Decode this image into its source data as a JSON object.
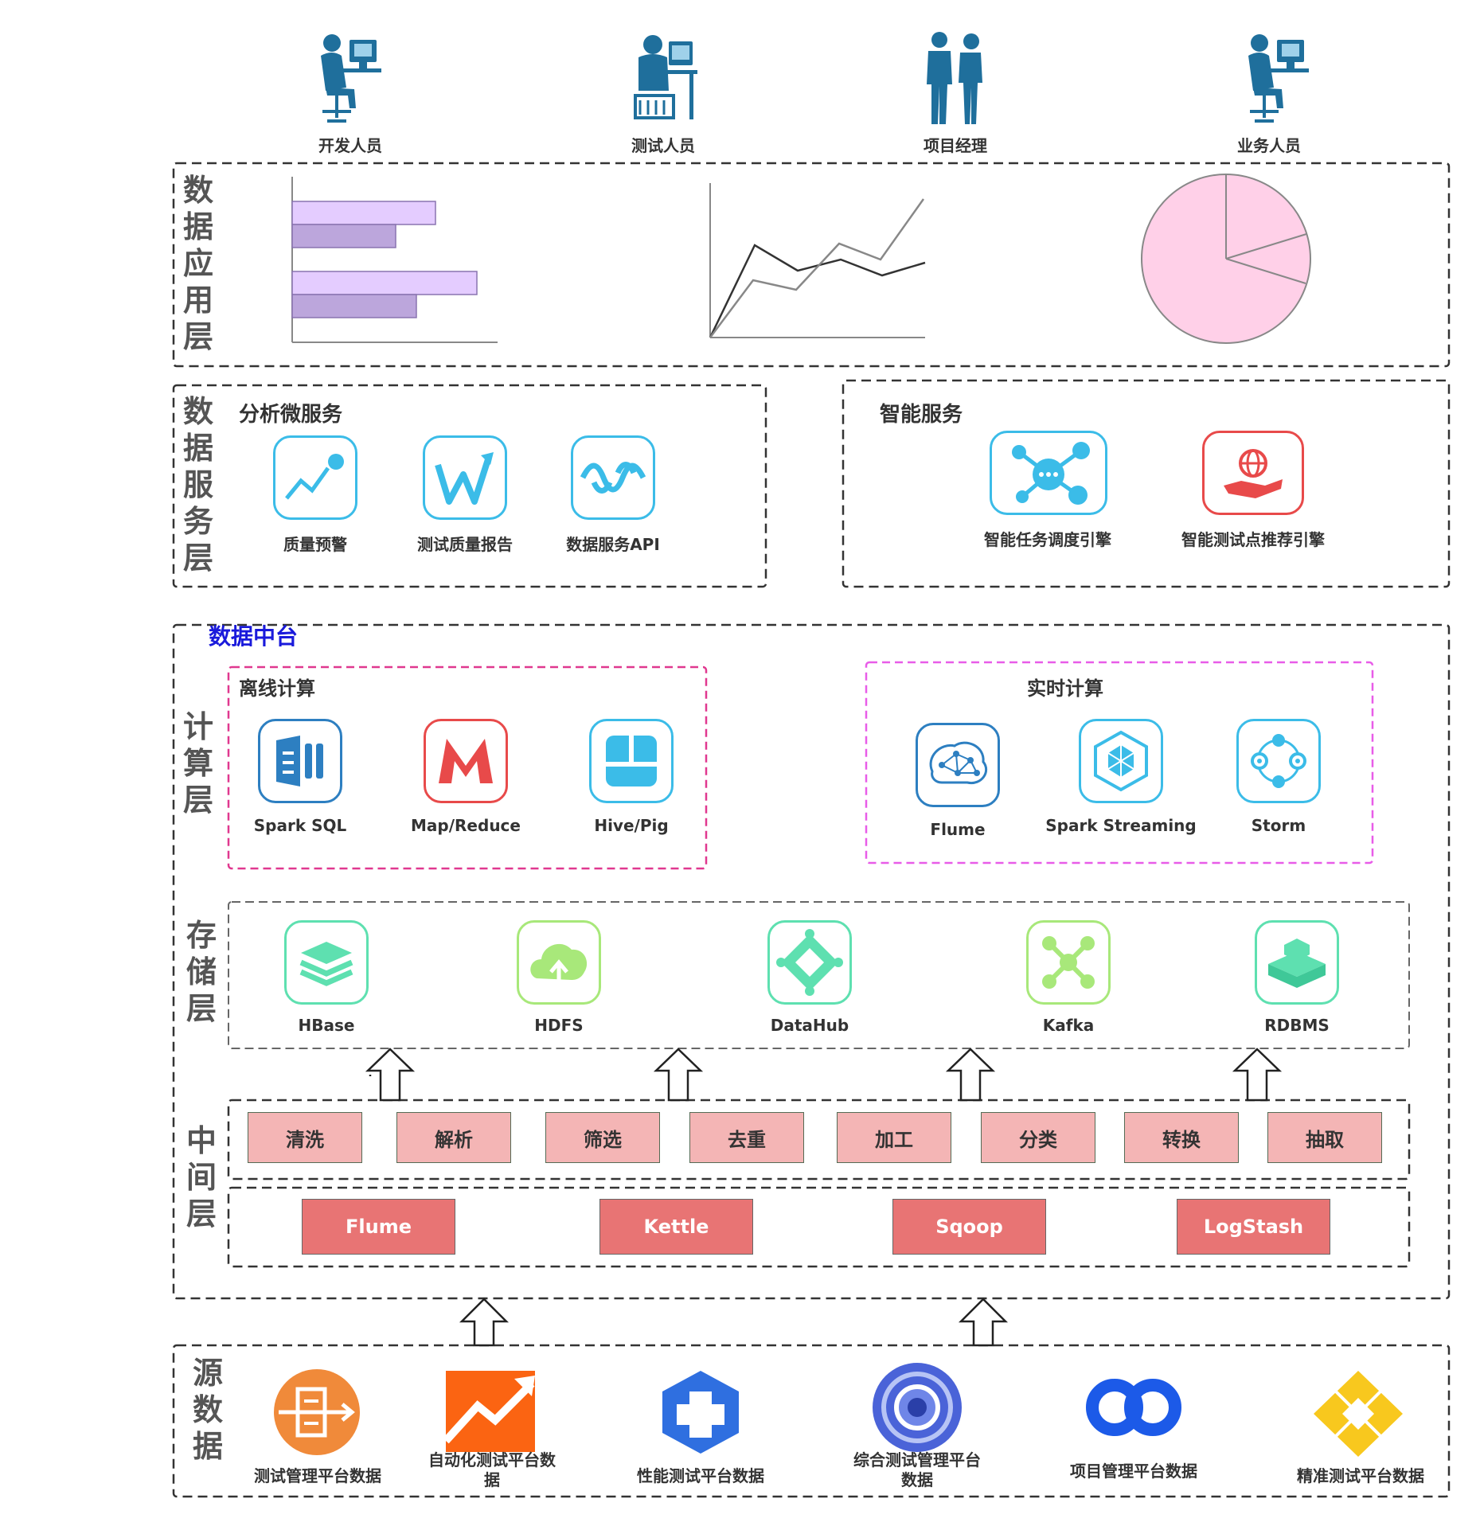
{
  "users": [
    {
      "label": "开发人员",
      "icon": "developer-icon"
    },
    {
      "label": "测试人员",
      "icon": "tester-icon"
    },
    {
      "label": "项目经理",
      "icon": "project-manager-icon"
    },
    {
      "label": "业务人员",
      "icon": "business-person-icon"
    }
  ],
  "layers": {
    "app": "数据应用层",
    "service": "数据服务层",
    "compute": "计算层",
    "storage": "存储层",
    "middle": "中间层",
    "source": "源数据"
  },
  "service": {
    "analysis_title": "分析微服务",
    "analysis_items": [
      {
        "label": "质量预警",
        "icon": "trend-chart-icon"
      },
      {
        "label": "测试质量报告",
        "icon": "report-w-icon"
      },
      {
        "label": "数据服务API",
        "icon": "api-wave-icon"
      }
    ],
    "smart_title": "智能服务",
    "smart_items": [
      {
        "label": "智能任务调度引擎",
        "icon": "scheduler-network-icon"
      },
      {
        "label": "智能测试点推荐引擎",
        "icon": "globe-hand-icon"
      }
    ]
  },
  "platform": {
    "title": "数据中台",
    "offline_title": "离线计算",
    "offline_items": [
      {
        "label": "Spark SQL",
        "icon": "spark-sql-icon"
      },
      {
        "label": "Map/Reduce",
        "icon": "mapreduce-icon"
      },
      {
        "label": "Hive/Pig",
        "icon": "hive-pig-icon"
      }
    ],
    "realtime_title": "实时计算",
    "realtime_items": [
      {
        "label": "Flume",
        "icon": "flume-brain-icon"
      },
      {
        "label": "Spark Streaming",
        "icon": "spark-streaming-icon"
      },
      {
        "label": "Storm",
        "icon": "storm-icon"
      }
    ],
    "storage_items": [
      {
        "label": "HBase",
        "icon": "hbase-icon"
      },
      {
        "label": "HDFS",
        "icon": "hdfs-icon"
      },
      {
        "label": "DataHub",
        "icon": "datahub-icon"
      },
      {
        "label": "Kafka",
        "icon": "kafka-icon"
      },
      {
        "label": "RDBMS",
        "icon": "rdbms-icon"
      }
    ],
    "processes": [
      "清洗",
      "解析",
      "筛选",
      "去重",
      "加工",
      "分类",
      "转换",
      "抽取"
    ],
    "tools": [
      "Flume",
      "Kettle",
      "Sqoop",
      "LogStash"
    ]
  },
  "sources": [
    {
      "lines": [
        "测试管理平台数据"
      ],
      "icon": "test-management-icon"
    },
    {
      "lines": [
        "自动化测试平台数",
        "据"
      ],
      "icon": "automation-trend-icon"
    },
    {
      "lines": [
        "性能测试平台数据"
      ],
      "icon": "performance-cross-icon"
    },
    {
      "lines": [
        "综合测试管理平台",
        "数据"
      ],
      "icon": "integrated-ring-icon"
    },
    {
      "lines": [
        "项目管理平台数据"
      ],
      "icon": "project-rings-icon"
    },
    {
      "lines": [
        "精准测试平台数据"
      ],
      "icon": "precision-diamond-icon"
    }
  ],
  "colors": {
    "bar_light": "#e4ccff",
    "bar_dark": "#bca6dc",
    "pie_fill": "#ffd0e8",
    "offline_border": "#e0388f",
    "realtime_border": "#e85ce8",
    "platform_title": "#1a1adb",
    "service_icon": "#3bbce8",
    "smart_red": "#e84a4a",
    "compute_blue": "#2d7fc1",
    "storage_green": "#5ee0b0",
    "process_fill": "#f4b5b5",
    "tool_fill": "#e87474",
    "source_orange": "#f08a3a",
    "source_blue": "#2f6fe0",
    "source_yellow": "#f8c81e"
  }
}
